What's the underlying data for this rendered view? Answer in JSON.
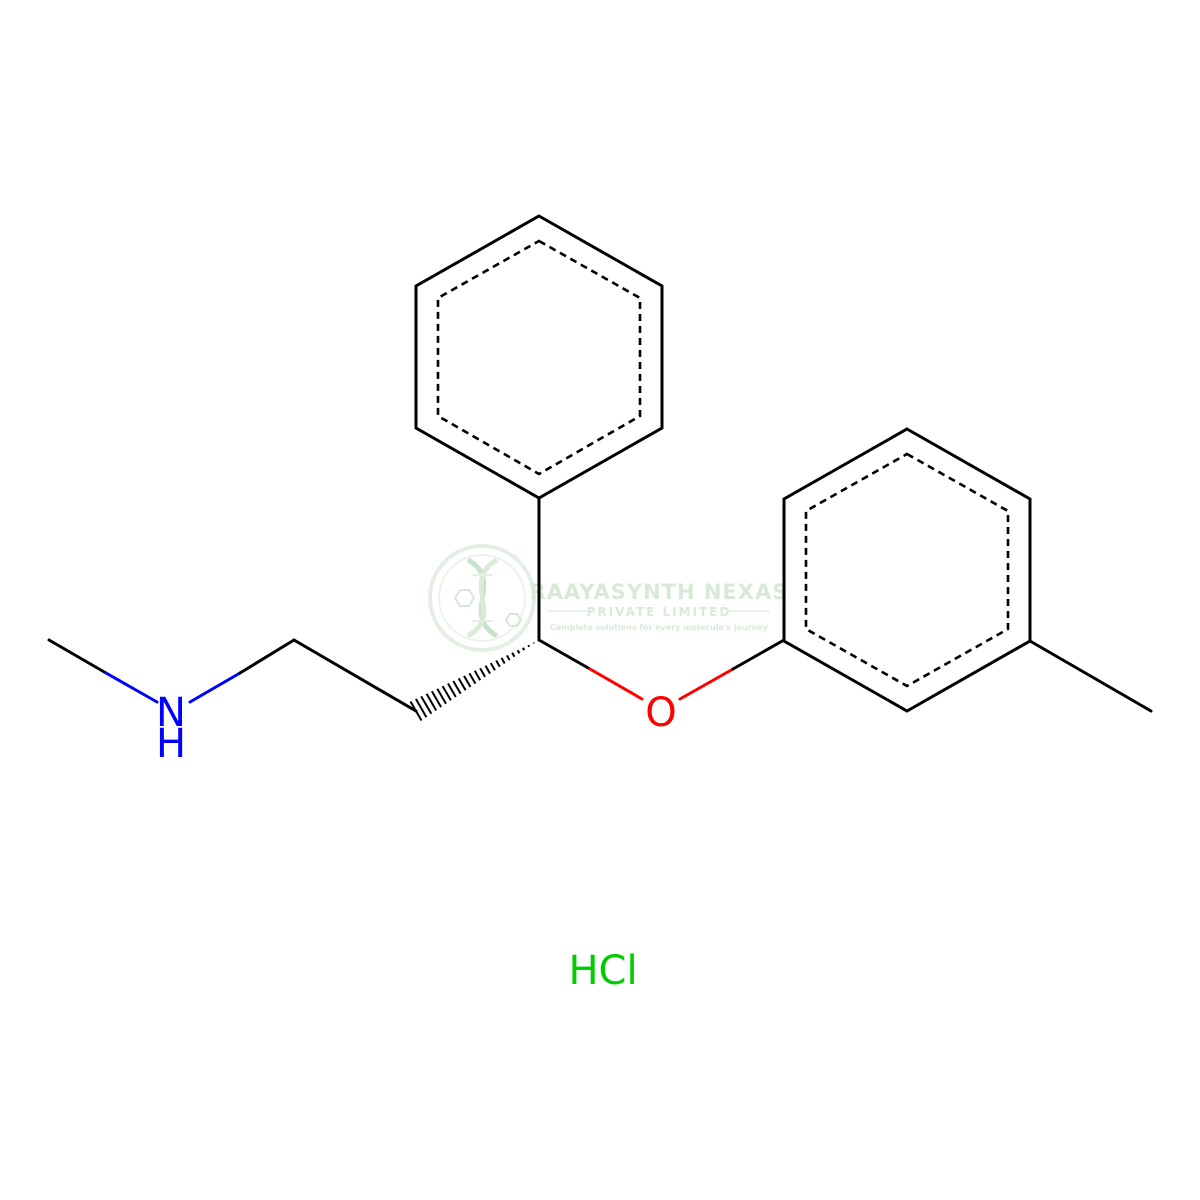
{
  "molecule": {
    "atoms": {
      "nitrogen": "N",
      "nitrogen_hydrogen": "H",
      "oxygen": "O"
    },
    "counterion": "HCl",
    "colors": {
      "bond": "#000000",
      "nitrogen": "#0000ff",
      "oxygen": "#ff0000",
      "chlorine": "#00cc00"
    }
  },
  "watermark": {
    "company": "RAAYASYNTH NEXAS",
    "subtitle": "PRIVATE LIMITED",
    "tagline": "Complete solutions for every molecule's journey",
    "icon": "dna-helix-logo-icon",
    "color": "#b9d8b8"
  }
}
